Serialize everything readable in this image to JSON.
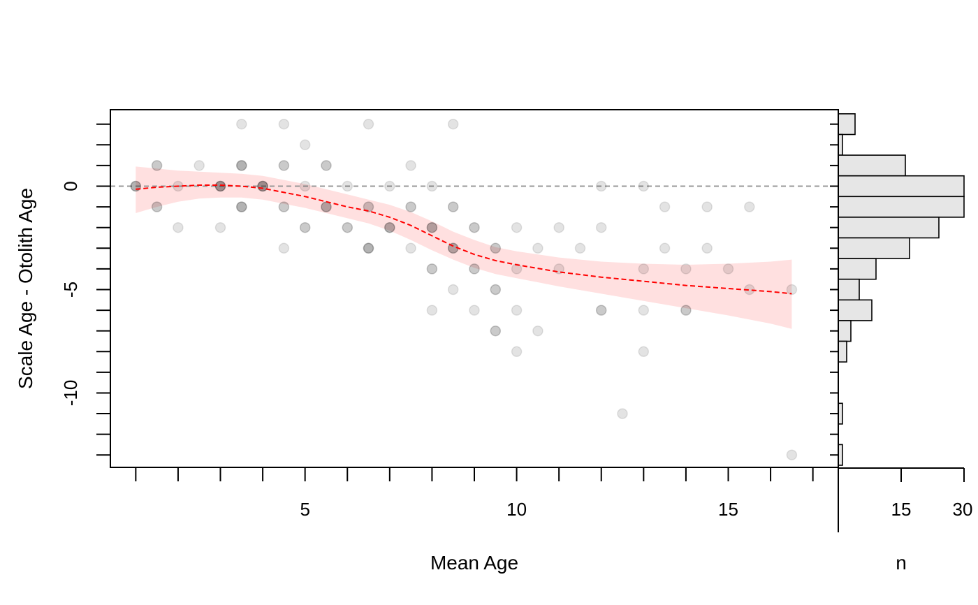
{
  "chart_data": {
    "type": "scatter",
    "xlabel": "Mean Age",
    "ylabel": "Scale Age - Otolith Age",
    "hist_xlabel": "n",
    "x_ticks_labeled": [
      5,
      10,
      15
    ],
    "x_ticks_minor": [
      1,
      2,
      3,
      4,
      6,
      7,
      8,
      9,
      11,
      12,
      13,
      14,
      16,
      17
    ],
    "xlim": [
      0.4,
      17.6
    ],
    "y_ticks_labeled": [
      0,
      -5,
      -10
    ],
    "y_ticks_minor": [
      3,
      2,
      1,
      -1,
      -2,
      -3,
      -4,
      -6,
      -7,
      -8,
      -9,
      -11,
      -12,
      -13
    ],
    "ylim": [
      -13.6,
      3.7
    ],
    "reference_line_y": 0,
    "colors": {
      "points": "#000000",
      "smooth_line": "#ff0000",
      "ci_band": "#ffd6d6",
      "reference_line": "#999999",
      "hist_fill": "#e6e6e6"
    },
    "points": [
      {
        "x": 1,
        "y": 0,
        "n": 3
      },
      {
        "x": 1.5,
        "y": 1,
        "n": 2
      },
      {
        "x": 1.5,
        "y": -1,
        "n": 2
      },
      {
        "x": 2,
        "y": 0,
        "n": 1
      },
      {
        "x": 2,
        "y": -2,
        "n": 1
      },
      {
        "x": 2.5,
        "y": 1,
        "n": 1
      },
      {
        "x": 3,
        "y": 0,
        "n": 4
      },
      {
        "x": 3,
        "y": -2,
        "n": 1
      },
      {
        "x": 3.5,
        "y": 3,
        "n": 1
      },
      {
        "x": 3.5,
        "y": 1,
        "n": 3
      },
      {
        "x": 3.5,
        "y": -1,
        "n": 3
      },
      {
        "x": 4,
        "y": 0,
        "n": 4
      },
      {
        "x": 4.5,
        "y": 3,
        "n": 1
      },
      {
        "x": 4.5,
        "y": 1,
        "n": 2
      },
      {
        "x": 4.5,
        "y": -1,
        "n": 2
      },
      {
        "x": 4.5,
        "y": -3,
        "n": 1
      },
      {
        "x": 5,
        "y": 2,
        "n": 1
      },
      {
        "x": 5,
        "y": 0,
        "n": 1
      },
      {
        "x": 5,
        "y": -2,
        "n": 2
      },
      {
        "x": 5.5,
        "y": 1,
        "n": 2
      },
      {
        "x": 5.5,
        "y": -1,
        "n": 3
      },
      {
        "x": 6,
        "y": 0,
        "n": 1
      },
      {
        "x": 6,
        "y": -2,
        "n": 2
      },
      {
        "x": 6.5,
        "y": 3,
        "n": 1
      },
      {
        "x": 6.5,
        "y": -1,
        "n": 2
      },
      {
        "x": 6.5,
        "y": -3,
        "n": 3
      },
      {
        "x": 7,
        "y": 0,
        "n": 1
      },
      {
        "x": 7,
        "y": -2,
        "n": 3
      },
      {
        "x": 7.5,
        "y": 1,
        "n": 1
      },
      {
        "x": 7.5,
        "y": -1,
        "n": 2
      },
      {
        "x": 7.5,
        "y": -3,
        "n": 1
      },
      {
        "x": 8,
        "y": 0,
        "n": 1
      },
      {
        "x": 8,
        "y": -2,
        "n": 3
      },
      {
        "x": 8,
        "y": -4,
        "n": 2
      },
      {
        "x": 8,
        "y": -6,
        "n": 1
      },
      {
        "x": 8.5,
        "y": 3,
        "n": 1
      },
      {
        "x": 8.5,
        "y": -1,
        "n": 2
      },
      {
        "x": 8.5,
        "y": -3,
        "n": 3
      },
      {
        "x": 8.5,
        "y": -5,
        "n": 1
      },
      {
        "x": 9,
        "y": -2,
        "n": 2
      },
      {
        "x": 9,
        "y": -4,
        "n": 2
      },
      {
        "x": 9,
        "y": -6,
        "n": 1
      },
      {
        "x": 9.5,
        "y": -3,
        "n": 2
      },
      {
        "x": 9.5,
        "y": -5,
        "n": 2
      },
      {
        "x": 9.5,
        "y": -7,
        "n": 2
      },
      {
        "x": 10,
        "y": -2,
        "n": 1
      },
      {
        "x": 10,
        "y": -4,
        "n": 1
      },
      {
        "x": 10,
        "y": -6,
        "n": 1
      },
      {
        "x": 10,
        "y": -8,
        "n": 1
      },
      {
        "x": 10.5,
        "y": -3,
        "n": 1
      },
      {
        "x": 10.5,
        "y": -7,
        "n": 1
      },
      {
        "x": 11,
        "y": -2,
        "n": 1
      },
      {
        "x": 11,
        "y": -4,
        "n": 1
      },
      {
        "x": 11.5,
        "y": -3,
        "n": 1
      },
      {
        "x": 12,
        "y": 0,
        "n": 1
      },
      {
        "x": 12,
        "y": -2,
        "n": 1
      },
      {
        "x": 12,
        "y": -6,
        "n": 2
      },
      {
        "x": 12.5,
        "y": -11,
        "n": 1
      },
      {
        "x": 13,
        "y": 0,
        "n": 1
      },
      {
        "x": 13,
        "y": -4,
        "n": 1
      },
      {
        "x": 13,
        "y": -6,
        "n": 1
      },
      {
        "x": 13,
        "y": -8,
        "n": 1
      },
      {
        "x": 13.5,
        "y": -1,
        "n": 1
      },
      {
        "x": 13.5,
        "y": -3,
        "n": 1
      },
      {
        "x": 14,
        "y": -4,
        "n": 1
      },
      {
        "x": 14,
        "y": -6,
        "n": 2
      },
      {
        "x": 14.5,
        "y": -1,
        "n": 1
      },
      {
        "x": 14.5,
        "y": -3,
        "n": 1
      },
      {
        "x": 15,
        "y": -4,
        "n": 1
      },
      {
        "x": 15.5,
        "y": -1,
        "n": 1
      },
      {
        "x": 15.5,
        "y": -5,
        "n": 1
      },
      {
        "x": 16.5,
        "y": -5,
        "n": 1
      },
      {
        "x": 16.5,
        "y": -13,
        "n": 1
      }
    ],
    "smooth": {
      "x": [
        1.0,
        1.5,
        2.0,
        2.5,
        3.0,
        3.5,
        4.0,
        4.5,
        5.0,
        5.5,
        6.0,
        6.5,
        7.0,
        7.5,
        8.0,
        8.5,
        9.0,
        9.5,
        10.0,
        11.0,
        12.0,
        13.0,
        14.0,
        15.0,
        16.0,
        16.5
      ],
      "fit": [
        -0.15,
        -0.05,
        0.0,
        0.05,
        0.05,
        0.0,
        -0.1,
        -0.3,
        -0.5,
        -0.75,
        -1.0,
        -1.2,
        -1.5,
        -1.9,
        -2.4,
        -2.9,
        -3.3,
        -3.6,
        -3.8,
        -4.15,
        -4.4,
        -4.6,
        -4.8,
        -4.95,
        -5.1,
        -5.2
      ],
      "lower": [
        -1.3,
        -1.0,
        -0.75,
        -0.6,
        -0.55,
        -0.55,
        -0.65,
        -0.85,
        -1.05,
        -1.3,
        -1.55,
        -1.8,
        -2.15,
        -2.6,
        -3.1,
        -3.55,
        -3.95,
        -4.25,
        -4.45,
        -4.85,
        -5.2,
        -5.55,
        -5.9,
        -6.25,
        -6.65,
        -6.9
      ],
      "upper": [
        0.95,
        0.85,
        0.75,
        0.7,
        0.65,
        0.6,
        0.5,
        0.3,
        0.1,
        -0.15,
        -0.4,
        -0.65,
        -0.9,
        -1.25,
        -1.7,
        -2.2,
        -2.6,
        -2.95,
        -3.15,
        -3.45,
        -3.65,
        -3.75,
        -3.8,
        -3.75,
        -3.65,
        -3.55
      ]
    },
    "histogram": {
      "bins": [
        3,
        2,
        1,
        0,
        -1,
        -2,
        -3,
        -4,
        -5,
        -6,
        -7,
        -8,
        -9,
        -10,
        -11,
        -12,
        -13
      ],
      "counts": [
        4,
        1,
        16,
        30,
        30,
        24,
        17,
        9,
        5,
        8,
        3,
        2,
        0,
        0,
        1,
        0,
        1
      ],
      "x_ticks": [
        15,
        30
      ],
      "xlim": [
        0,
        30
      ]
    }
  }
}
